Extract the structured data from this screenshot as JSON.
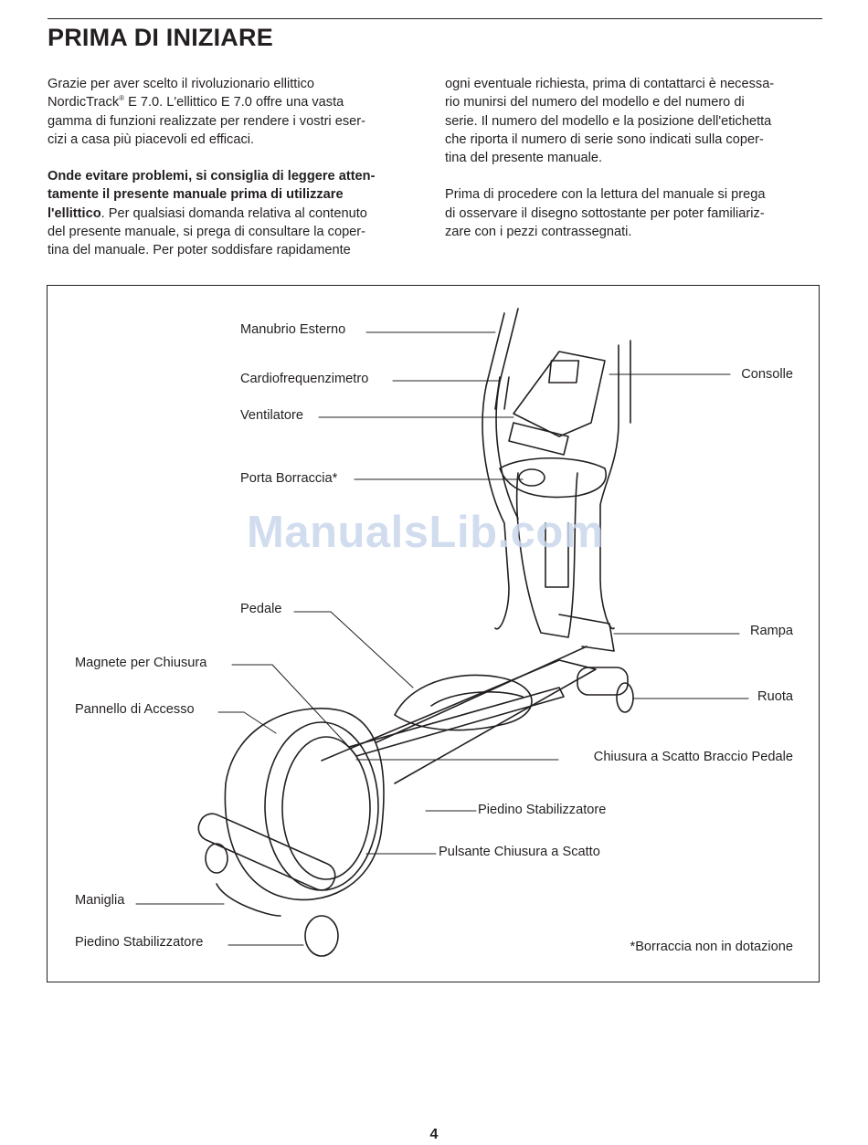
{
  "page": {
    "title": "PRIMA DI INIZIARE",
    "page_number": "4"
  },
  "intro": {
    "p1_a": "Grazie per aver scelto il rivoluzionario ellittico NordicTrack",
    "p1_sup": "®",
    "p1_b": " E 7.0. L'ellittico E 7.0 offre una vasta gamma di funzioni realizzate per rendere i vostri eser-cizi a casa più piacevoli ed efficaci.",
    "p2_bold": "Onde evitare problemi, si consiglia di leggere atten-tamente il presente manuale prima di utilizzare l'ellittico",
    "p2_rest": ". Per qualsiasi domanda relativa al contenuto del presente manuale, si prega di consultare la coper-tina del manuale. Per poter soddisfare rapidamente ogni eventuale richiesta, prima di contattarci è necessa-rio munirsi del numero del modello e del numero di serie. Il numero del modello e la posizione dell'etichetta che riporta il numero di serie sono indicati sulla coper-tina del presente manuale.",
    "p3": "Prima di procedere con la lettura del manuale si prega di osservare il disegno sottostante per poter familiariz-zare con i pezzi contrassegnati."
  },
  "figure": {
    "watermark": "ManualsLib.com",
    "footnote": "*Borraccia non in dotazione",
    "labels": {
      "manubrio_esterno": "Manubrio Esterno",
      "cardiofrequenzimetro": "Cardiofrequenzimetro",
      "ventilatore": "Ventilatore",
      "porta_borraccia": "Porta Borraccia*",
      "pedale": "Pedale",
      "magnete": "Magnete per Chiusura",
      "pannello": "Pannello di Accesso",
      "maniglia": "Maniglia",
      "piedino_left": "Piedino Stabilizzatore",
      "consolle": "Consolle",
      "rampa": "Rampa",
      "ruota": "Ruota",
      "chiusura_braccio": "Chiusura a Scatto Braccio Pedale",
      "piedino_right": "Piedino Stabilizzatore",
      "pulsante": "Pulsante Chiusura a Scatto"
    }
  }
}
